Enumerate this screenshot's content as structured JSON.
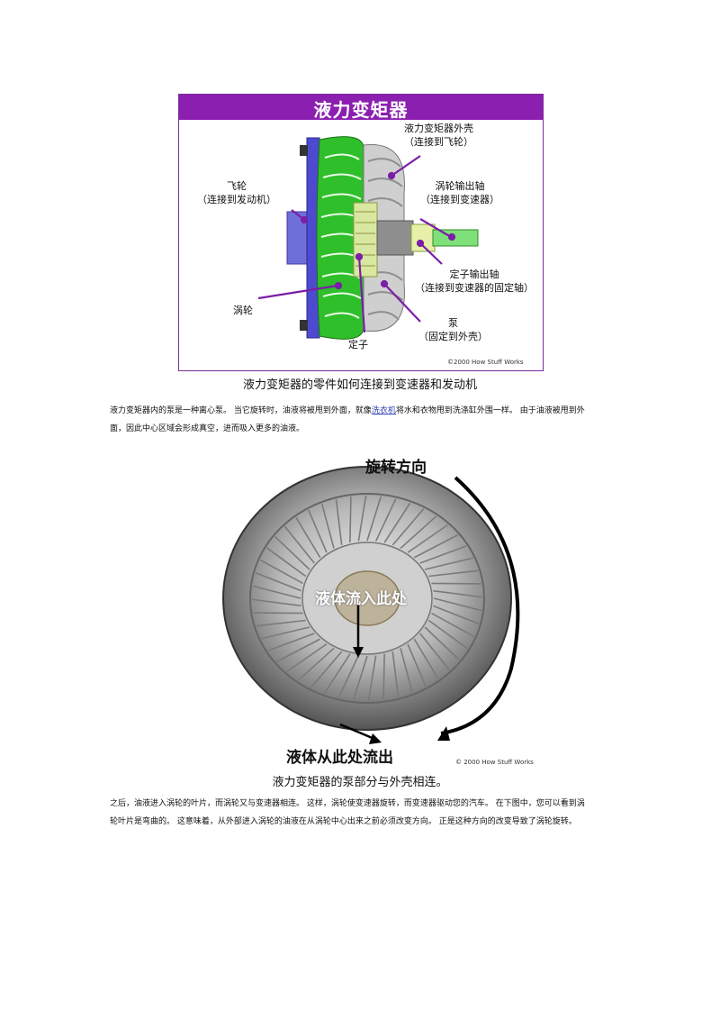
{
  "figure1": {
    "banner_title": "液力变矩器",
    "labels": {
      "housing": [
        "液力变矩器外壳",
        "（连接到飞轮）"
      ],
      "flywheel": [
        "飞轮",
        "（连接到发动机）"
      ],
      "turbine_shaft": [
        "涡轮输出轴",
        "（连接到变速器）"
      ],
      "stator_shaft": [
        "定子输出轴",
        "（连接到变速器的固定轴）"
      ],
      "turbine": "涡轮",
      "pump": [
        "泵",
        "（固定到外壳）"
      ],
      "stator": "定子"
    },
    "copyright": "©2000 How Stuff Works",
    "caption": "液力变矩器的零件如何连接到变速器和发动机"
  },
  "paragraph1": {
    "before_link": "液力变矩器内的泵是一种离心泵。 当它旋转时，油液将被甩到外面，就像",
    "link_text": "洗衣机",
    "after_link_line1": "将水和衣物甩到洗涤缸外围一样。 由于油液被甩到外",
    "line2": "面，因此中心区域会形成真空，进而吸入更多的油液。"
  },
  "figure2": {
    "rotation_label": "旋转方向",
    "inflow_label": "液体流入此处",
    "outflow_label": "液体从此处流出",
    "copyright": "© 2000 How Stuff Works",
    "caption": "液力变矩器的泵部分与外壳相连。"
  },
  "paragraph2": {
    "line1": "之后，油液进入涡轮的叶片，而涡轮又与变速器相连。 这样，涡轮使变速器旋转，而变速器驱动您的汽车。 在下图中，您可以看到涡",
    "line2": "轮叶片是弯曲的。 这意味着，从外部进入涡轮的油液在从涡轮中心出来之前必须改变方向。 正是这种方向的改变导致了涡轮旋转。"
  },
  "colors": {
    "banner": "#8b1fb0",
    "pointer": "#7a1fa6",
    "turbine_green": "#2fbf2a",
    "flywheel_blue": "#5a55d8",
    "shaft_green": "#7fe07a"
  }
}
